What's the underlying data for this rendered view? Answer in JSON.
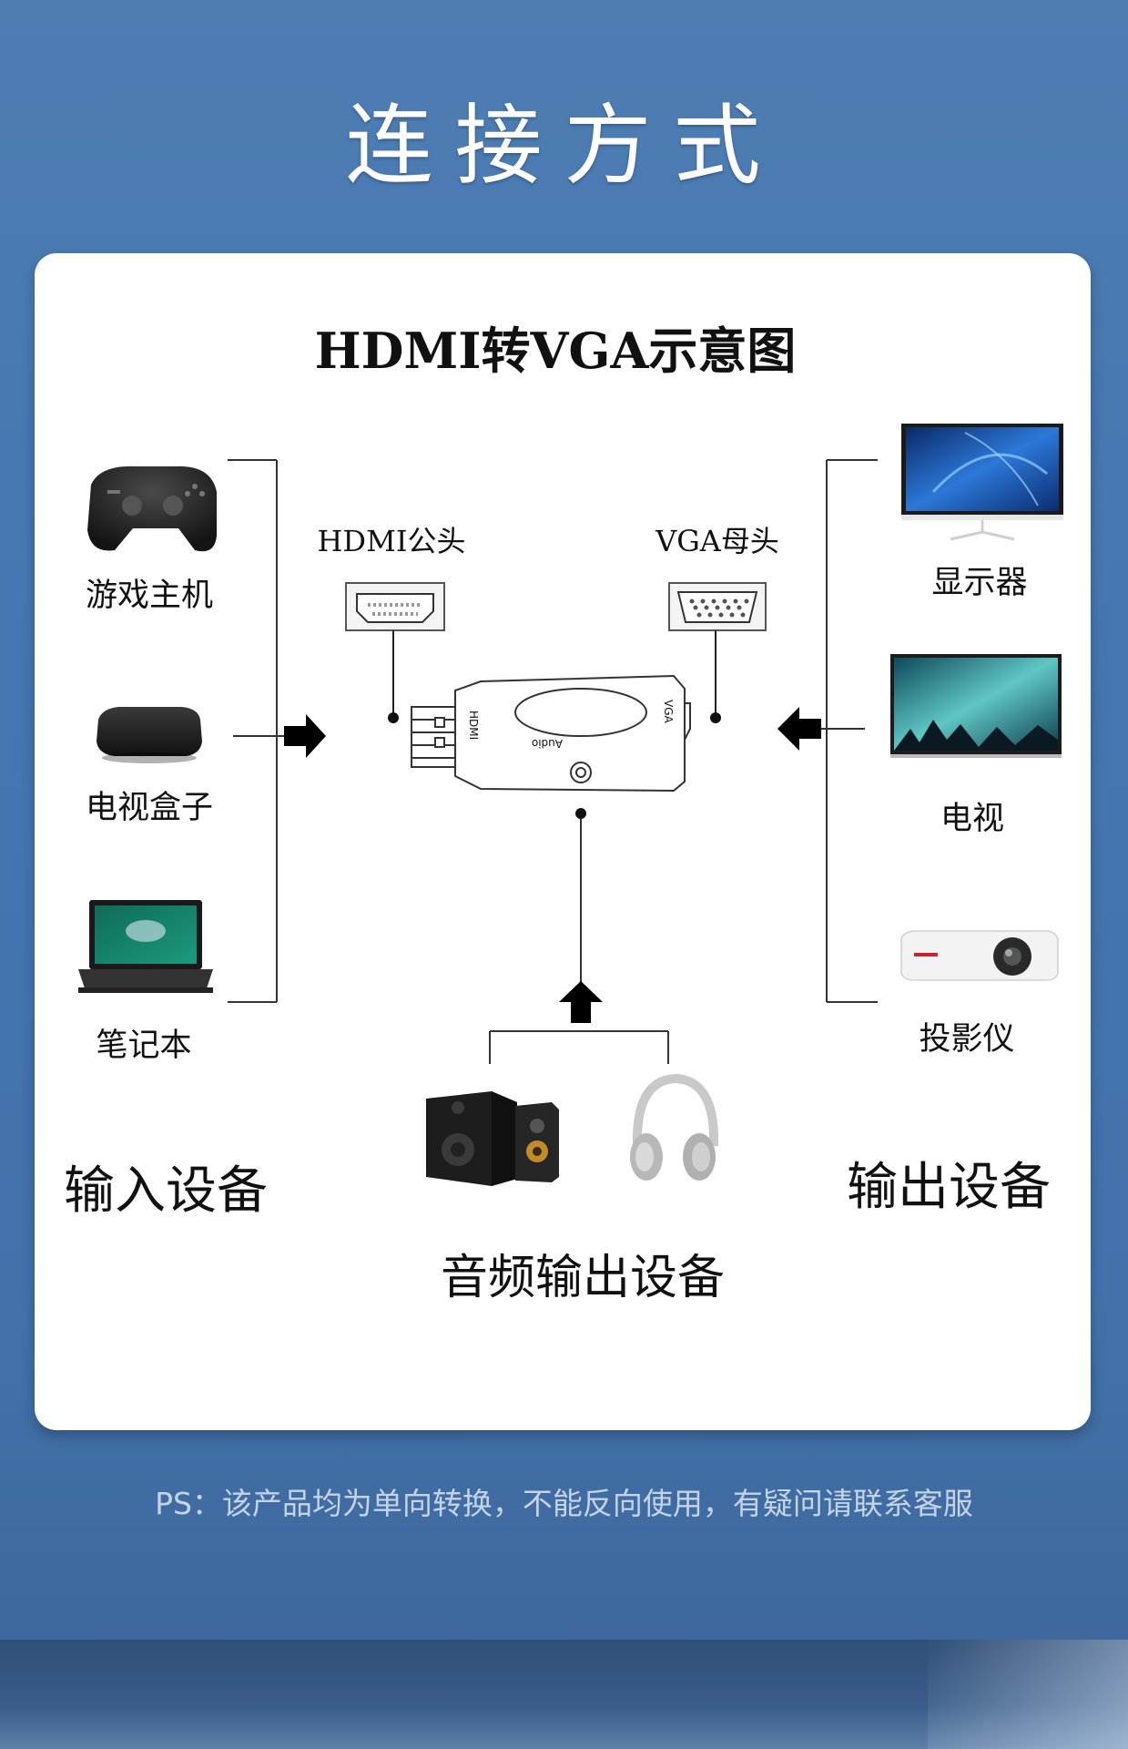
{
  "header": {
    "title": "连接方式"
  },
  "diagram": {
    "title": "HDMI转VGA示意图",
    "ports": {
      "hdmi_label": "HDMI公头",
      "vga_label": "VGA母头"
    },
    "adapter": {
      "hdmi_text": "HDMI",
      "vga_text": "VGA",
      "audio_text": "Audio"
    },
    "inputs": {
      "items": [
        {
          "label": "游戏主机"
        },
        {
          "label": "电视盒子"
        },
        {
          "label": "笔记本"
        }
      ],
      "group_label": "输入设备"
    },
    "outputs": {
      "items": [
        {
          "label": "显示器"
        },
        {
          "label": "电视"
        },
        {
          "label": "投影仪"
        }
      ],
      "group_label": "输出设备"
    },
    "audio": {
      "group_label": "音频输出设备"
    }
  },
  "footer": {
    "note": "PS：该产品均为单向转换，不能反向使用，有疑问请联系客服"
  },
  "colors": {
    "background": "#4576b0",
    "card": "#ffffff",
    "ps_text": "#c3d4e8"
  }
}
